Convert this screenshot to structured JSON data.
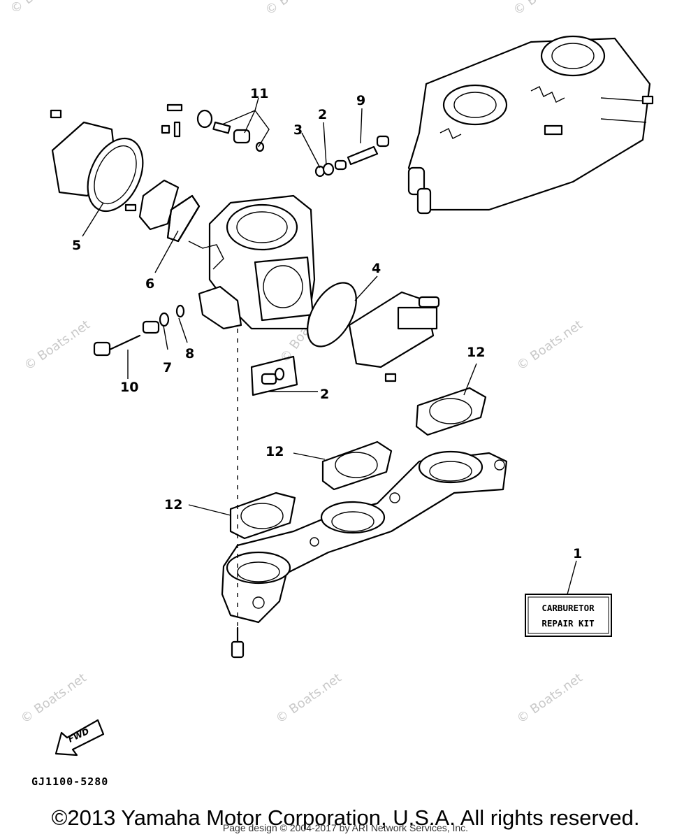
{
  "watermark": {
    "text": "© Boats.net",
    "color": "#c9c9c9"
  },
  "callouts": [
    "1",
    "2",
    "2",
    "3",
    "4",
    "5",
    "6",
    "7",
    "8",
    "9",
    "10",
    "11",
    "12",
    "12",
    "12"
  ],
  "repair_kit": {
    "line1": "CARBURETOR",
    "line2": "REPAIR KIT"
  },
  "fwd_label": "FWD",
  "diagram_code": "GJ1100-5280",
  "footer": {
    "copyright": "©2013 Yamaha Motor Corporation, U.S.A. All rights reserved.",
    "page_design": "Page design © 2004-2017 by ARI Network Services, Inc."
  }
}
